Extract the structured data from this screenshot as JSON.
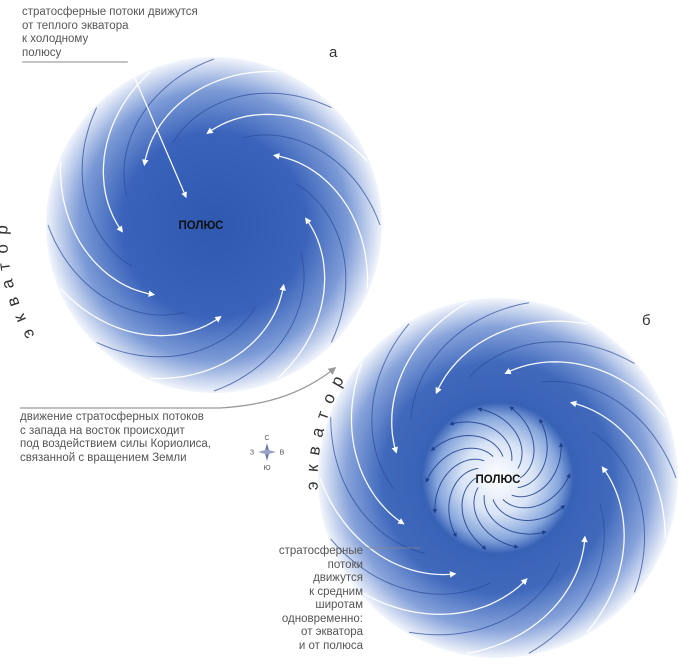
{
  "panel_a": {
    "letter": "а",
    "pole_label": "ПОЛЮС",
    "equator_label": "экватор",
    "note": [
      "стратосферные  потоки движутся",
      "от теплого экватора",
      "к холодному",
      "полюсу"
    ]
  },
  "panel_b": {
    "letter": "б",
    "pole_label": "ПОЛЮС",
    "equator_label": "экватор",
    "note": [
      "стратосферные",
      "потоки",
      "движутся",
      "к средним",
      "широтам",
      "одновременно:",
      "от экватора",
      "и от полюса"
    ]
  },
  "middle_note": [
    "движение стратосферных потоков",
    "с запада на восток происходит",
    "под воздействием силы Кориолиса,",
    "связанной с вращением Земли"
  ],
  "compass": {
    "north": "С",
    "south": "Ю",
    "west": "З",
    "east": "В"
  },
  "colors": {
    "disk_edge": "#ffffff",
    "disk_mid": "#6d8fd0",
    "disk_core": "#3a64b8",
    "arrow_white": "#ffffff",
    "arrow_dark": "#1f3f8a",
    "text": "#4a4a4a"
  }
}
